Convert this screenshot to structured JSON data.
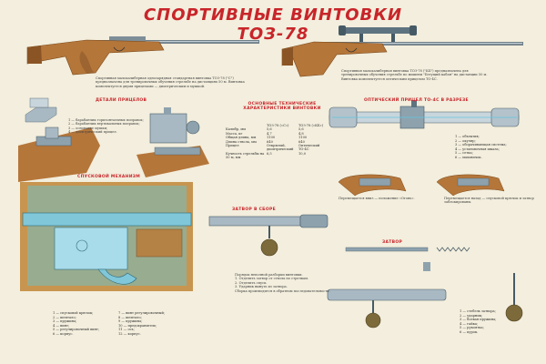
{
  "title": "СПОРТИВНЫЕ ВИНТОВКИ ТОЗ-78",
  "headings": {
    "sights": "ДЕТАЛИ ПРИЦЕЛОВ",
    "specs": "ОСНОВНЫЕ ТЕХНИЧЕСКИЕ ХАРАКТЕРИСТИКИ ВИНТОВКИ",
    "optic": "ОПТИЧЕСКИЙ ПРИЦЕЛ ТО-4С В РАЗРЕЗЕ",
    "trigger": "СПУСКОВОЙ МЕХАНИЗМ",
    "bolt_assembly": "ЗАТВОР В СБОРЕ",
    "bolt": "ЗАТВОР"
  },
  "descriptions": {
    "rifle1": "Спортивная малокалиберная однозарядная стандартная винтовка ТОЗ-78 (\"С\") предназначена для тренировочных обучения стрельбе на дистанциях 50 м. Винтовка комплектуется двумя прицелами — диоптрическим и мушкой.",
    "rifle2": "Спортивная малокалиберная винтовка ТОЗ-78 (\"КБ\") предназначена для тренировочных обучения стрельбе по мишени \"Бегущий кабан\" на дистанции 50 м. Винтовка комплектуется оптическим прицелом ТО-4С.",
    "sights_list": "1 — барабанчик горизонтальных поправок;\n2 — барабанчик вертикальных поправок;\n3 — основание мушки;\n4 — диоптрический прицел.",
    "mag": "Перемещается вниз — положение «Огонь».",
    "safety": "Перемещается назад — спусковой крючок и затвор заблокированы.",
    "bolt_text": "Порядок неполной разборки винтовки.\n1. Отделить затвор от ствола по стрелкам.\n2. Отделить спуск.\n3. Ударник вынуть из затвора.\nСборка производится в обратном последовательности."
  },
  "specs": {
    "headers": [
      "",
      "ТОЗ-78 («С»)",
      "ТОЗ-78 («КБ»)"
    ],
    "rows": [
      [
        "Калибр, мм",
        "5,6",
        "5,6"
      ],
      [
        "Масса, кг",
        "4,7",
        "4,8"
      ],
      [
        "Общая длина, мм",
        "1100",
        "1100"
      ],
      [
        "Длина ствола, мм",
        "640",
        "640"
      ],
      [
        "Прицел",
        "Открытый, диоптрический",
        "Оптический ТО-4С"
      ],
      [
        "Кучность стрельбы на 50 м, мм",
        "6,5",
        "10,0"
      ]
    ]
  },
  "optic_legend": "1 — объектив;\n2 — окуляр;\n3 — оборачивающая система;\n4 — установочная шкала;\n5 — сетка;\n6 — маховичок.",
  "trigger_legend_left": "1 — спусковой крючок;\n2 — шептало;\n3 — пружина;\n4 — винт;\n5 — регулировочный винт;\n6 — корпус.",
  "trigger_legend_right": "7 — винт регулировочный;\n8 — шептало;\n9 — пружина;\n10 — предохранитель;\n11 — ось;\n12 — корпус.",
  "bolt_legend": "1 — стебель затвора;\n2 — ударник;\n3 — боевая пружина;\n4 — гайка;\n5 — рукоятка;\n6 — курок.",
  "colors": {
    "title_red": "#c8252a",
    "wood": "#b5763a",
    "wood_dark": "#8a5424",
    "steel": "#9fb3bf",
    "steel_dark": "#5e7380",
    "cyan": "#5fc8e0",
    "background": "#f3eedd"
  }
}
